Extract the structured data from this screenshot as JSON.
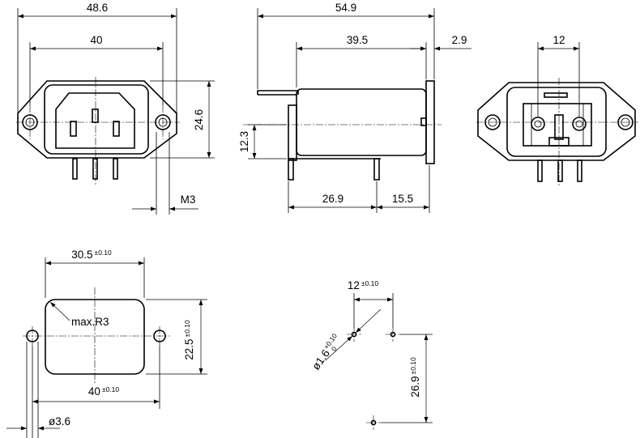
{
  "front_view": {
    "overall_width": "48.6",
    "hole_spacing": "40",
    "height": "24.6",
    "thread": "M3"
  },
  "side_view": {
    "overall_length": "54.9",
    "body_length": "39.5",
    "flange_thickness": "2.9",
    "pin_height": "12.3",
    "pin_offset_a": "26.9",
    "pin_offset_b": "15.5"
  },
  "rear_view": {
    "pin_spacing": "12"
  },
  "panel_cutout": {
    "cutout_width": "30.5",
    "cutout_width_tol": "±0.10",
    "cutout_height": "22.5",
    "cutout_height_tol": "±0.10",
    "corner_radius": "max.R3",
    "hole_spacing": "40",
    "hole_spacing_tol": "±0.10",
    "hole_diameter": "ø3.6"
  },
  "pcb_layout": {
    "pin_spacing_x": "12",
    "pin_spacing_x_tol": "±0.10",
    "pin_spacing_y": "26.9",
    "pin_spacing_y_tol": "±0.10",
    "hole_diameter": "ø1.6",
    "hole_diameter_tol_upper": "+0.10",
    "hole_diameter_tol_lower": "0"
  }
}
